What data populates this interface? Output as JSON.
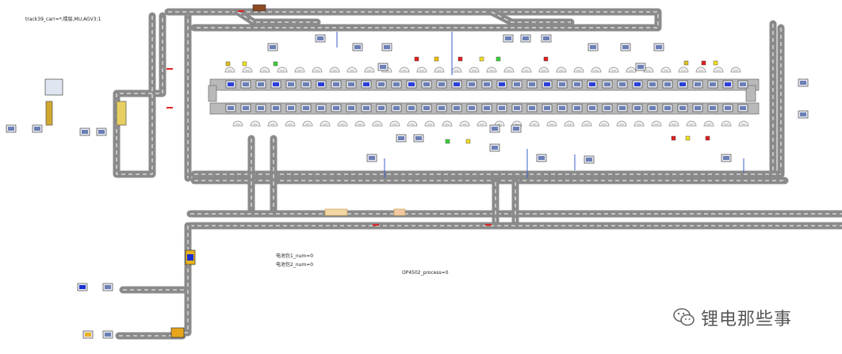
{
  "labels": {
    "track_info": "track39_carr=*,楼层,MU,AGV3:1",
    "car_num_1": "电池包1_num=0",
    "car_num_2": "电池包2_num=0",
    "process": "OP4502_process=0"
  },
  "watermark": {
    "text": "锂电那些事",
    "icon": "wechat-icon"
  },
  "colors": {
    "track": "#8a8a8a",
    "track_stripe": "#ffffff",
    "conveyor": "#b9b9b9",
    "station": "#6b7fb5",
    "connector": "#3a5fcd",
    "marker_red": "#e02020"
  }
}
